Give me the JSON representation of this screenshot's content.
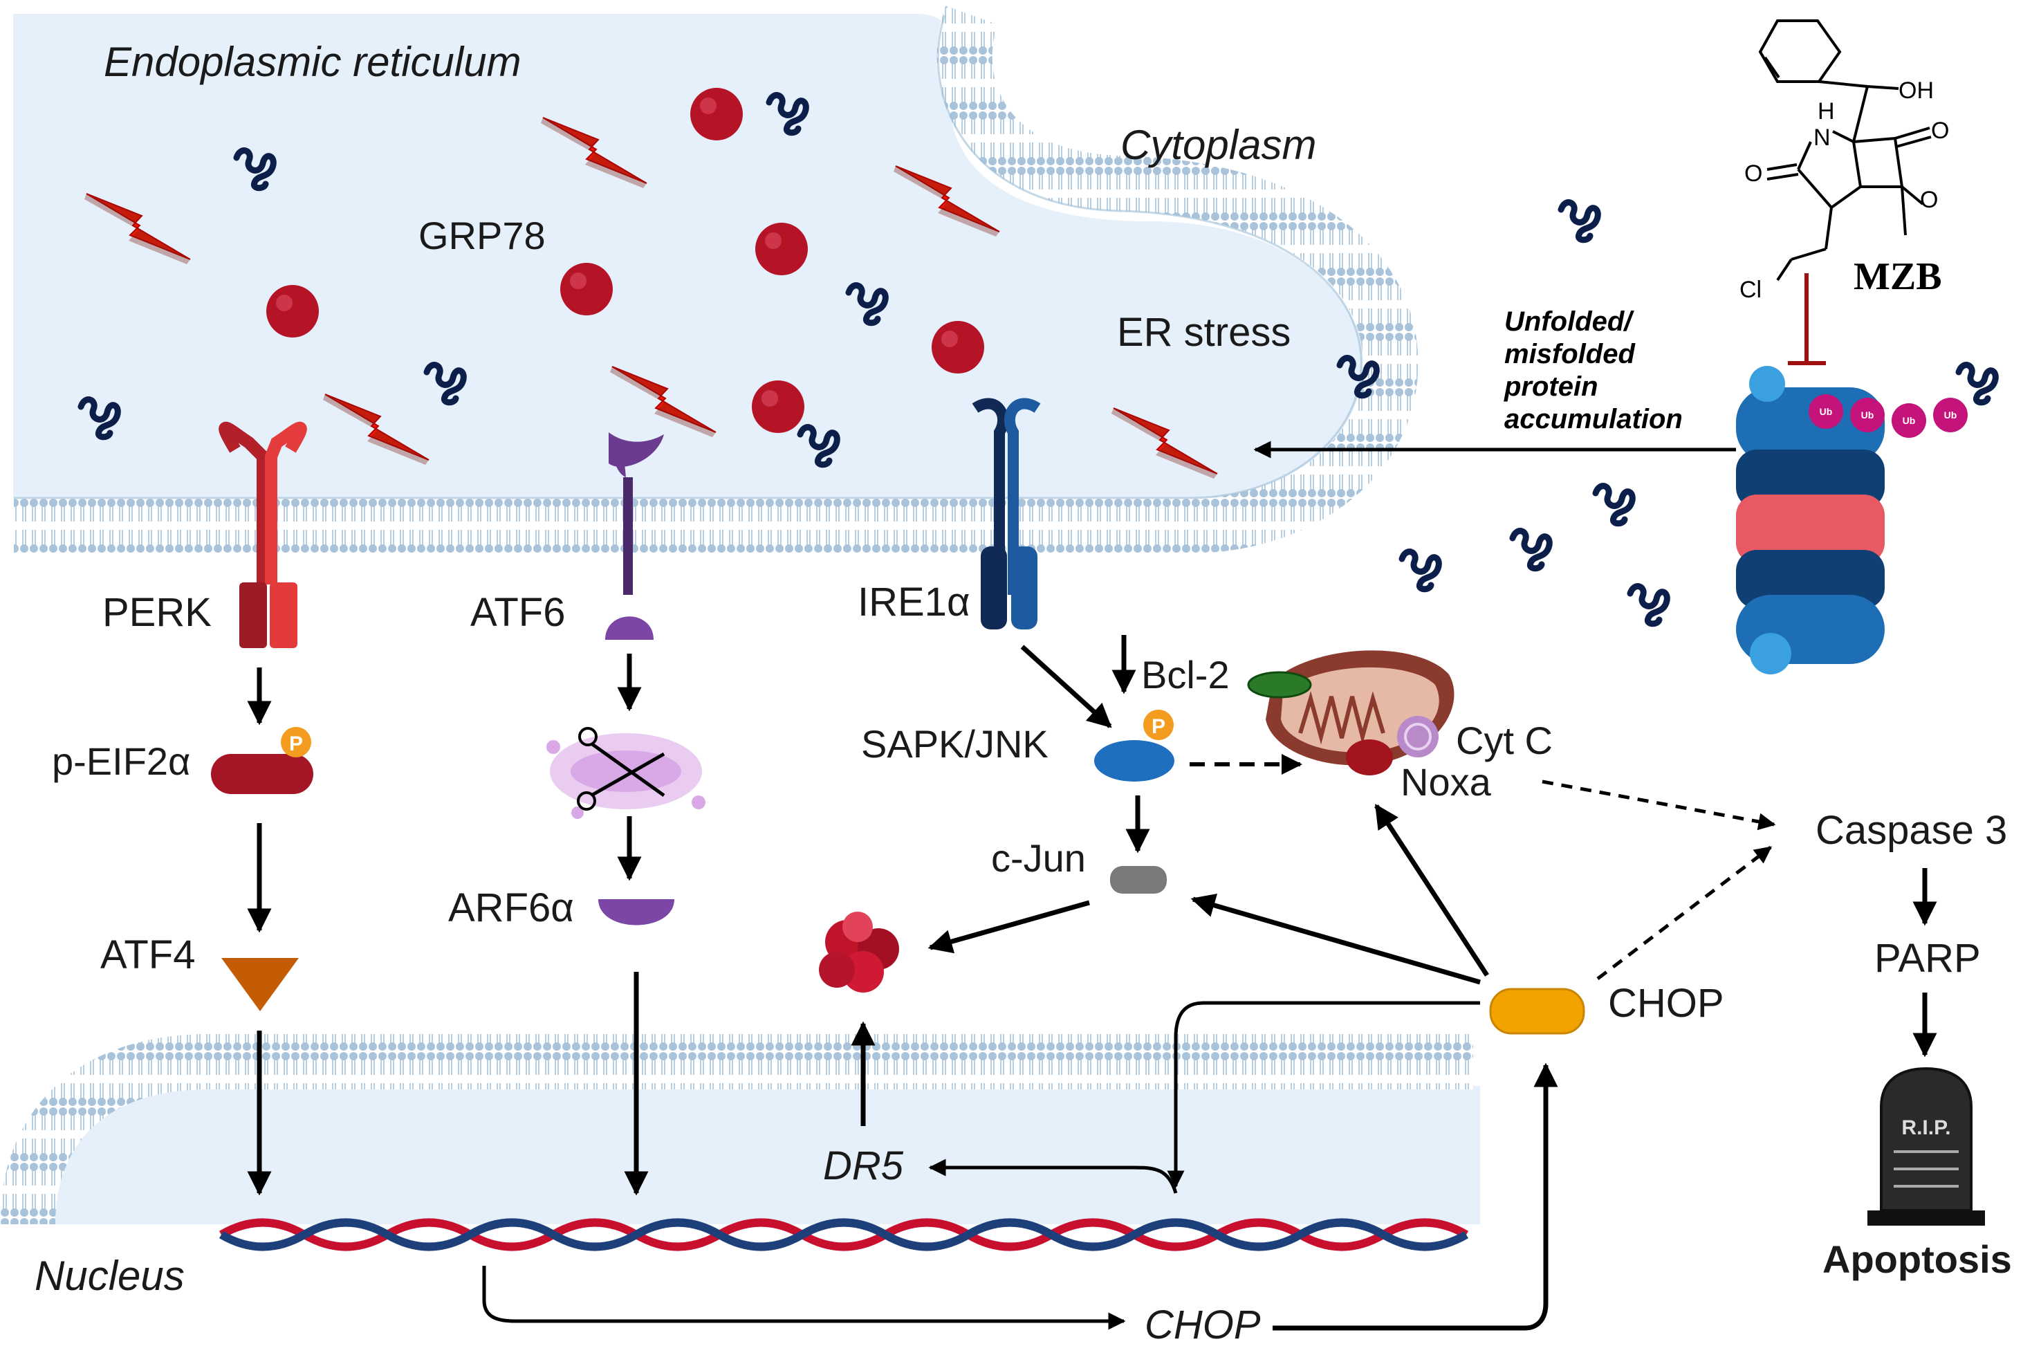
{
  "labels": {
    "endoplasmic_reticulum": "Endoplasmic reticulum",
    "cytoplasm": "Cytoplasm",
    "nucleus": "Nucleus",
    "grp78": "GRP78",
    "er_stress": "ER stress",
    "unfolded_1": "Unfolded/",
    "unfolded_2": "misfolded",
    "unfolded_3": "protein",
    "unfolded_4": "accumulation",
    "perk": "PERK",
    "atf6": "ATF6",
    "ire1a": "IRE1α",
    "p_eif2a": "p-EIF2α",
    "atf4": "ATF4",
    "arf6a": "ARF6α",
    "bcl2": "Bcl-2",
    "sapk_jnk": "SAPK/JNK",
    "cyt_c": "Cyt C",
    "noxa": "Noxa",
    "c_jun": "c-Jun",
    "chop": "CHOP",
    "chop_gene": "CHOP",
    "dr5": "DR5",
    "caspase3": "Caspase 3",
    "parp": "PARP",
    "apoptosis": "Apoptosis",
    "rip": "R.I.P.",
    "phospho": "P",
    "ub": "Ub"
  },
  "structure": {
    "name": "MZB",
    "atom_oh": "OH",
    "atom_h": "H",
    "atom_n": "N",
    "atom_o1": "O",
    "atom_o2": "O",
    "atom_o3": "O",
    "atom_cl": "Cl"
  },
  "colors": {
    "er_fill": "#e6f0fa",
    "membrane": "#9fbed6",
    "lightning": "#ee1c0a",
    "grp78": "#b8132a",
    "perk": "#c0272d",
    "atf6": "#6a3b8f",
    "ire1": "#173a6e",
    "atf4": "#c45c06",
    "chop": "#f2a300",
    "jnk": "#1f6fbf",
    "dna_red": "#c8102e",
    "dna_blue": "#1d3f7a"
  }
}
